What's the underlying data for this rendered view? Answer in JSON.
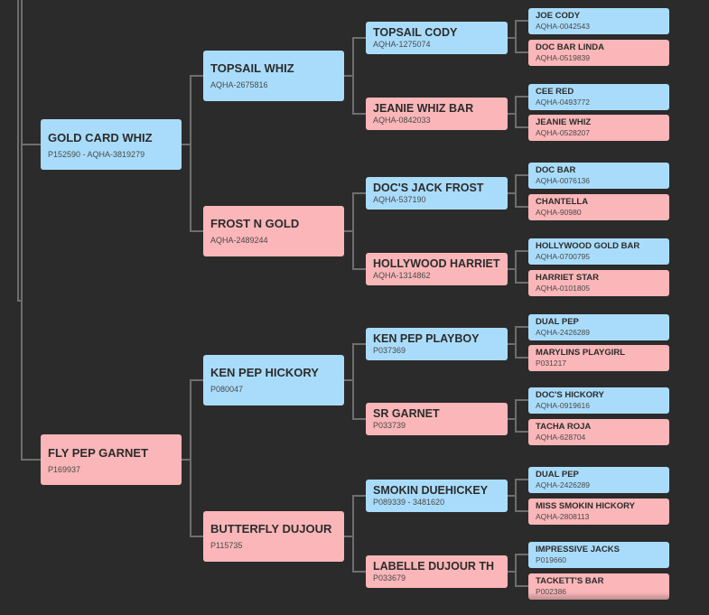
{
  "pedigree": {
    "sire": {
      "name": "GOLD CARD WHIZ",
      "reg": "P152590 - AQHA-3819279",
      "sire": {
        "name": "TOPSAIL WHIZ",
        "reg": "AQHA-2675816",
        "sire": {
          "name": "TOPSAIL CODY",
          "reg": "AQHA-1275074",
          "sire": {
            "name": "JOE CODY",
            "reg": "AQHA-0042543"
          },
          "dam": {
            "name": "DOC BAR LINDA",
            "reg": "AQHA-0519839"
          }
        },
        "dam": {
          "name": "JEANIE WHIZ BAR",
          "reg": "AQHA-0842033",
          "sire": {
            "name": "CEE RED",
            "reg": "AQHA-0493772"
          },
          "dam": {
            "name": "JEANIE WHIZ",
            "reg": "AQHA-0528207"
          }
        }
      },
      "dam": {
        "name": "FROST N GOLD",
        "reg": "AQHA-2489244",
        "sire": {
          "name": "DOC'S JACK FROST",
          "reg": "AQHA-537190",
          "sire": {
            "name": "DOC BAR",
            "reg": "AQHA-0076136"
          },
          "dam": {
            "name": "CHANTELLA",
            "reg": "AQHA-90980"
          }
        },
        "dam": {
          "name": "HOLLYWOOD HARRIET",
          "reg": "AQHA-1314862",
          "sire": {
            "name": "HOLLYWOOD GOLD BAR",
            "reg": "AQHA-0700795"
          },
          "dam": {
            "name": "HARRIET STAR",
            "reg": "AQHA-0101805"
          }
        }
      }
    },
    "dam": {
      "name": "FLY PEP GARNET",
      "reg": "P169937",
      "sire": {
        "name": "KEN PEP HICKORY",
        "reg": "P080047",
        "sire": {
          "name": "KEN PEP PLAYBOY",
          "reg": "P037369",
          "sire": {
            "name": "DUAL PEP",
            "reg": "AQHA-2426289"
          },
          "dam": {
            "name": "MARYLINS PLAYGIRL",
            "reg": "P031217"
          }
        },
        "dam": {
          "name": "SR GARNET",
          "reg": "P033739",
          "sire": {
            "name": "DOC'S HICKORY",
            "reg": "AQHA-0919616"
          },
          "dam": {
            "name": "TACHA ROJA",
            "reg": "AQHA-628704"
          }
        }
      },
      "dam": {
        "name": "BUTTERFLY DUJOUR",
        "reg": "P115735",
        "sire": {
          "name": "SMOKIN DUEHICKEY",
          "reg": "P089339 - 3481620",
          "sire": {
            "name": "DUAL PEP",
            "reg": "AQHA-2426289"
          },
          "dam": {
            "name": "MISS SMOKIN HICKORY",
            "reg": "AQHA-2808113"
          }
        },
        "dam": {
          "name": "LABELLE DUJOUR TH",
          "reg": "P033679",
          "sire": {
            "name": "IMPRESSIVE JACKS",
            "reg": "P019660"
          },
          "dam": {
            "name": "TACKETT'S BAR",
            "reg": "P002386"
          }
        }
      }
    }
  },
  "colors": {
    "background": "#2b2b2b",
    "male": "#a9dcfa",
    "female": "#fab6b8",
    "connector": "#6e6e6e"
  }
}
